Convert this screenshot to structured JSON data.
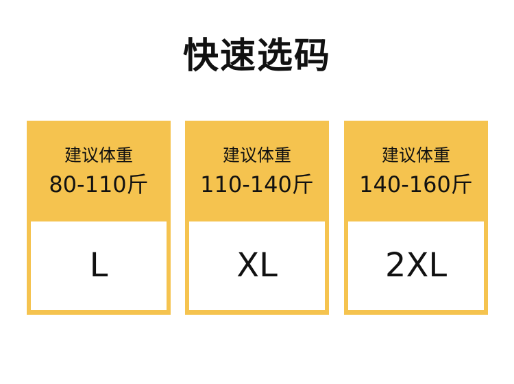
{
  "title": "快速选码",
  "cards": [
    {
      "label": "建议体重",
      "range": "80-110斤",
      "size": "L"
    },
    {
      "label": "建议体重",
      "range": "110-140斤",
      "size": "XL"
    },
    {
      "label": "建议体重",
      "range": "140-160斤",
      "size": "2XL"
    }
  ],
  "colors": {
    "card_accent": "#f5c34f",
    "card_inner": "#ffffff",
    "text": "#111111"
  }
}
